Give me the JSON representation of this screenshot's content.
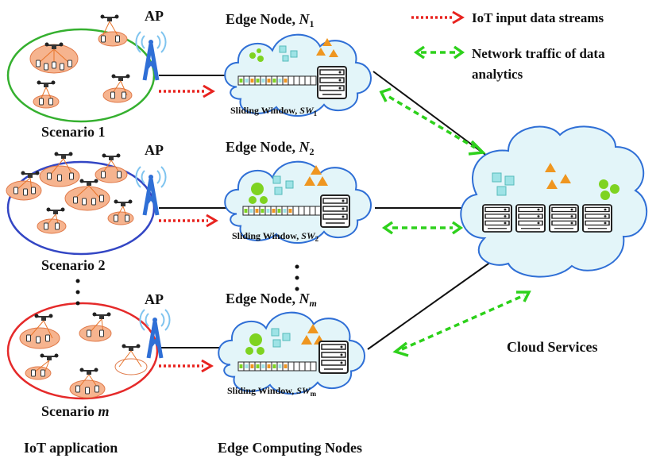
{
  "legend": {
    "iot_streams": "IoT input data streams",
    "network_traffic_line1": "Network traffic of data",
    "network_traffic_line2": "analytics"
  },
  "access_point_label": "AP",
  "scenarios": [
    {
      "label": "Scenario 1",
      "color": "#35b02f"
    },
    {
      "label": "Scenario 2",
      "color": "#3346c4"
    },
    {
      "label": "Scenario m",
      "label_prefix": "Scenario ",
      "label_italic": "m",
      "color": "#e52a2a"
    }
  ],
  "edge_nodes": [
    {
      "title": "Edge Node, ",
      "symbol": "N",
      "sub": "1",
      "window_text": "Sliding Window, ",
      "window_symbol": "SW",
      "window_sub": "1"
    },
    {
      "title": "Edge Node, ",
      "symbol": "N",
      "sub": "2",
      "window_text": "Sliding Window, ",
      "window_symbol": "SW",
      "window_sub": "2"
    },
    {
      "title": "Edge Node, ",
      "symbol": "N",
      "sub": "m",
      "window_text": "Sliding Window, ",
      "window_symbol": "SW",
      "window_sub": "m"
    }
  ],
  "cloud_label": "Cloud Services",
  "footer": {
    "iot_application": "IoT application",
    "edge_computing_nodes": "Edge Computing Nodes"
  },
  "colors": {
    "cloud_fill": "#e3f5f9",
    "cloud_stroke": "#2f6fd6",
    "iot_arrow": "#e8231f",
    "network_arrow": "#2ed11c",
    "cluster_fill": "#f6b48f",
    "drone": "#e8742a",
    "triangle": "#ef9620",
    "green_circle": "#7ed321",
    "teal_square": "#9ee3e6",
    "tower": "#2f6fd6"
  },
  "icons": [
    "drone-icon",
    "device-icon",
    "antenna-tower-icon",
    "server-rack-icon",
    "cloud-icon",
    "triangle-data-icon",
    "circle-data-icon",
    "square-data-icon"
  ]
}
